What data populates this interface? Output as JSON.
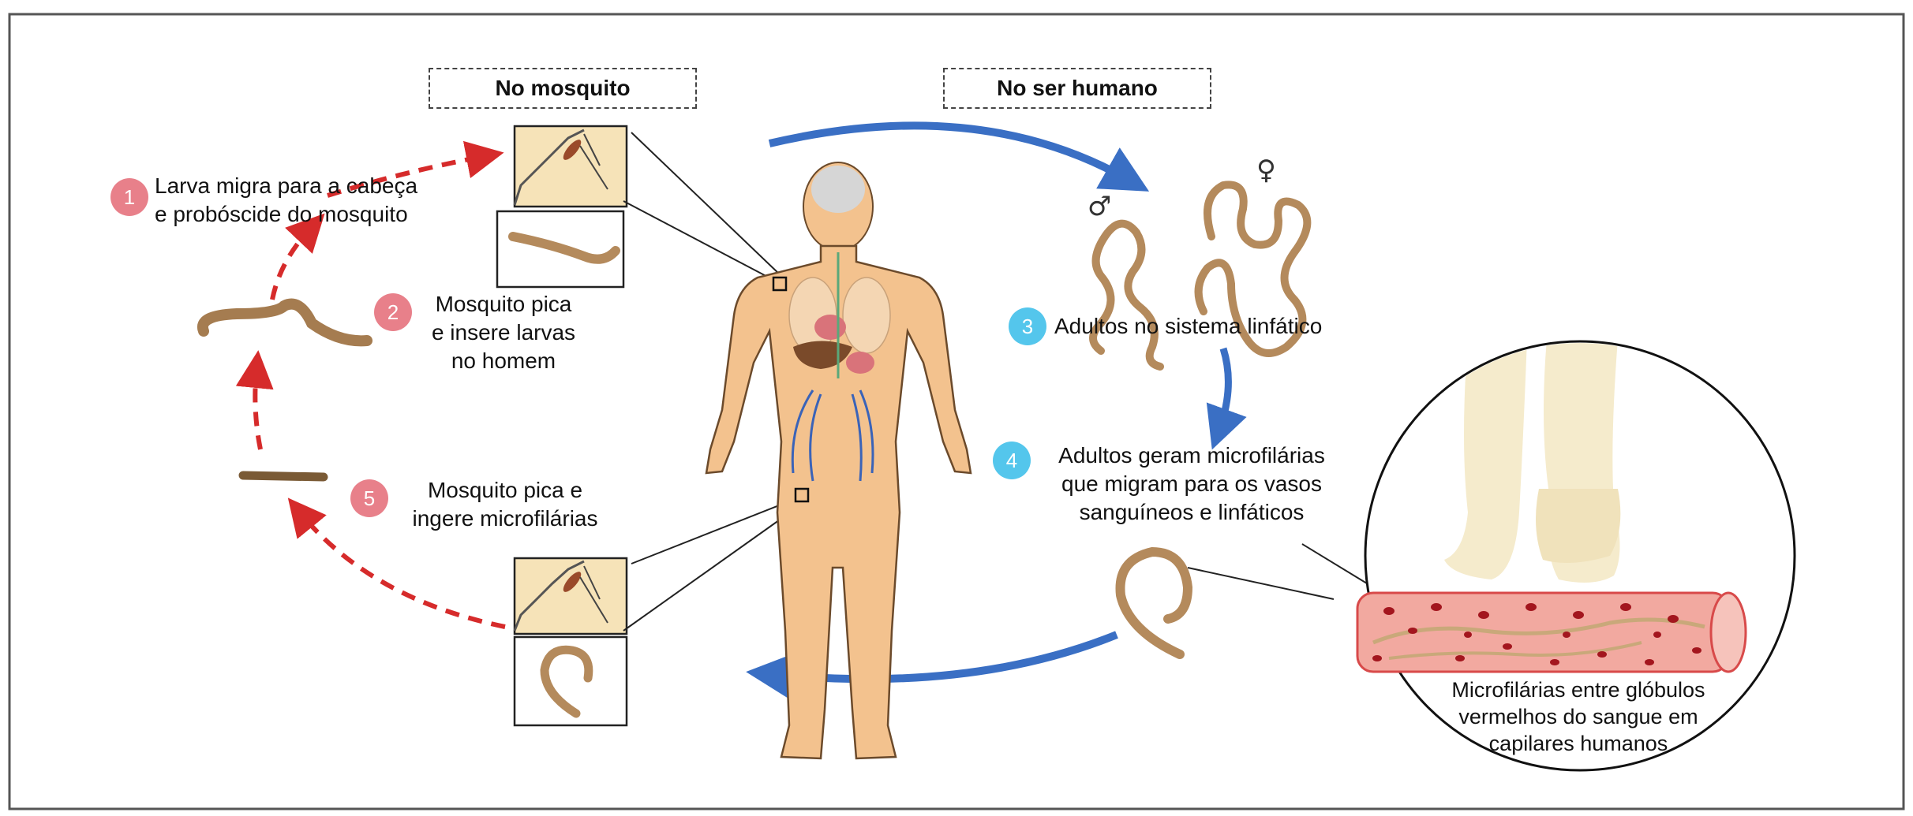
{
  "headers": {
    "mosquito": "No mosquito",
    "human": "No ser humano"
  },
  "steps": [
    {
      "num": "1",
      "text_l1": "Larva migra para a cabeça",
      "text_l2": "e probóscide do mosquito"
    },
    {
      "num": "2",
      "text_l1": "Mosquito pica",
      "text_l2": "e insere larvas",
      "text_l3": "no homem"
    },
    {
      "num": "3",
      "text_l1": "Adultos no sistema linfático"
    },
    {
      "num": "4",
      "text_l1": "Adultos geram microfilárias",
      "text_l2": "que migram para os vasos",
      "text_l3": "sanguíneos e linfáticos"
    },
    {
      "num": "5",
      "text_l1": "Mosquito pica e",
      "text_l2": "ingere microfilárias"
    }
  ],
  "inset": {
    "l1": "Microfilárias entre glóbulos",
    "l2": "vermelhos do sangue em",
    "l3": "capilares humanos"
  },
  "symbols": {
    "male": "♂",
    "female": "♀"
  },
  "colors": {
    "badge_red": "#e8808a",
    "badge_blue": "#54c6ec",
    "arrow_red": "#d62b2b",
    "arrow_blue": "#3a6fc4",
    "skin": "#f3c28e",
    "worm": "#b48a5c",
    "vessel": "#e87b74"
  }
}
